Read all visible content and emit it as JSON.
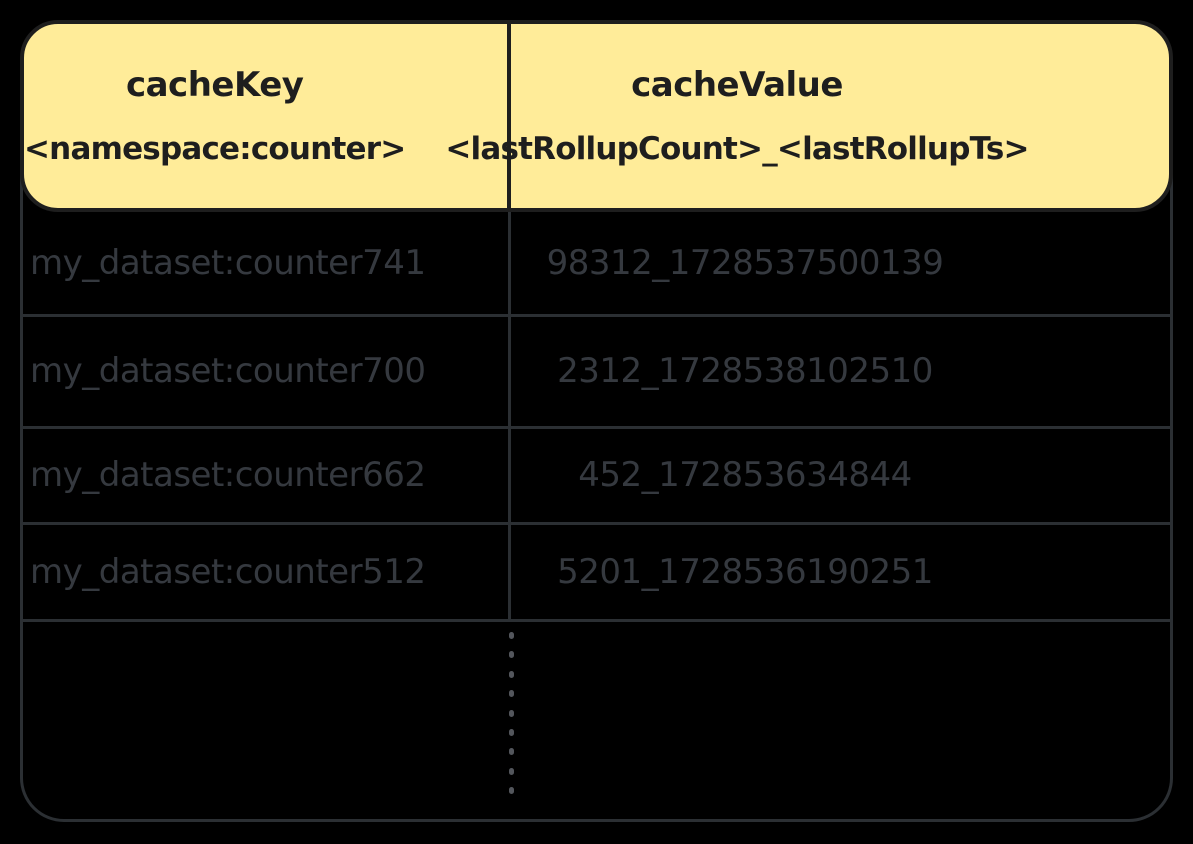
{
  "table": {
    "columns": [
      {
        "title": "cacheKey",
        "subtitle": "<namespace:counter>"
      },
      {
        "title": "cacheValue",
        "subtitle": "<lastRollupCount>_<lastRollupTs>"
      }
    ],
    "rows": [
      {
        "key": "my_dataset:counter741",
        "value": "98312_1728537500139"
      },
      {
        "key": "my_dataset:counter700",
        "value": "2312_1728538102510"
      },
      {
        "key": "my_dataset:counter662",
        "value": "452_172853634844"
      },
      {
        "key": "my_dataset:counter512",
        "value": "5201_1728536190251"
      }
    ],
    "ellipsis_dot_count": 9
  },
  "colors": {
    "background": "#000000",
    "header_fill": "#ffec99",
    "header_stroke": "#1e1e1e",
    "grid_line": "#2b2f33",
    "row_text": "#35393f"
  }
}
